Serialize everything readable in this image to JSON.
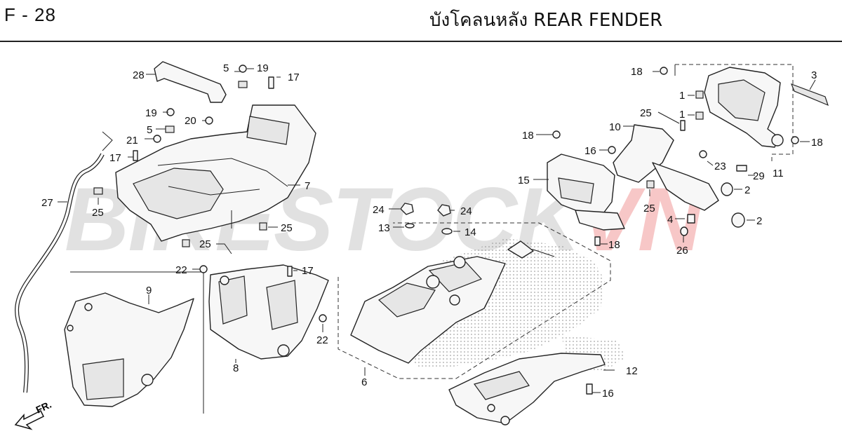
{
  "header": {
    "page_code": "F - 28",
    "title": "บังโคลนหลัง  REAR FENDER"
  },
  "watermark": {
    "part1": "BIKESTOCK",
    "part2": "VN",
    "color1": "#c9c9c9",
    "color2": "#f29a9a"
  },
  "direction_marker": "FR.",
  "callouts": {
    "c1a": "1",
    "c1b": "1",
    "c2a": "2",
    "c2b": "2",
    "c3": "3",
    "c4": "4",
    "c5a": "5",
    "c5b": "5",
    "c6": "6",
    "c7": "7",
    "c8": "8",
    "c9": "9",
    "c10": "10",
    "c11": "11",
    "c12": "12",
    "c13": "13",
    "c14": "14",
    "c15": "15",
    "c16a": "16",
    "c16b": "16",
    "c17a": "17",
    "c17b": "17",
    "c17c": "17",
    "c18a": "18",
    "c18b": "18",
    "c18c": "18",
    "c18d": "18",
    "c19a": "19",
    "c19b": "19",
    "c20": "20",
    "c21": "21",
    "c22a": "22",
    "c22b": "22",
    "c23": "23",
    "c24a": "24",
    "c24b": "24",
    "c25a": "25",
    "c25b": "25",
    "c25c": "25",
    "c25d": "25",
    "c25e": "25",
    "c26": "26",
    "c27": "27",
    "c28": "28",
    "c29": "29"
  }
}
